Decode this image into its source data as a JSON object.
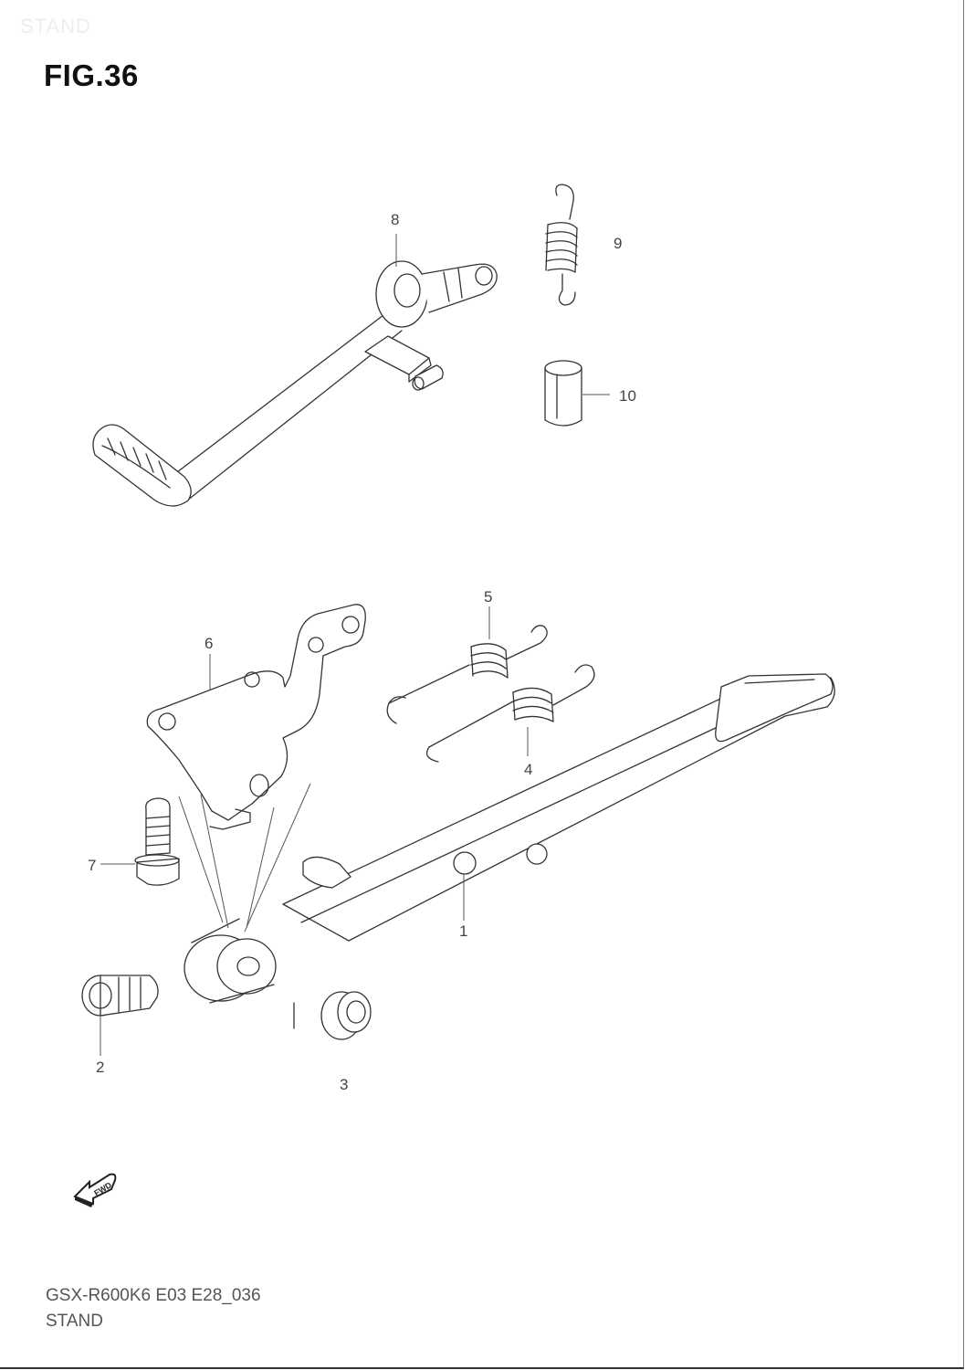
{
  "page": {
    "watermark": "STAND",
    "figure_label": "FIG.36",
    "diagram_code": "GSX-R600K6 E03 E28_036",
    "diagram_name": "STAND"
  },
  "callouts": {
    "c1": "1",
    "c2": "2",
    "c3": "3",
    "c4": "4",
    "c5": "5",
    "c6": "6",
    "c7": "7",
    "c8": "8",
    "c9": "9",
    "c10": "10"
  },
  "direction_badge": "FWD",
  "icons": {
    "direction": "fwd-arrow-icon"
  }
}
